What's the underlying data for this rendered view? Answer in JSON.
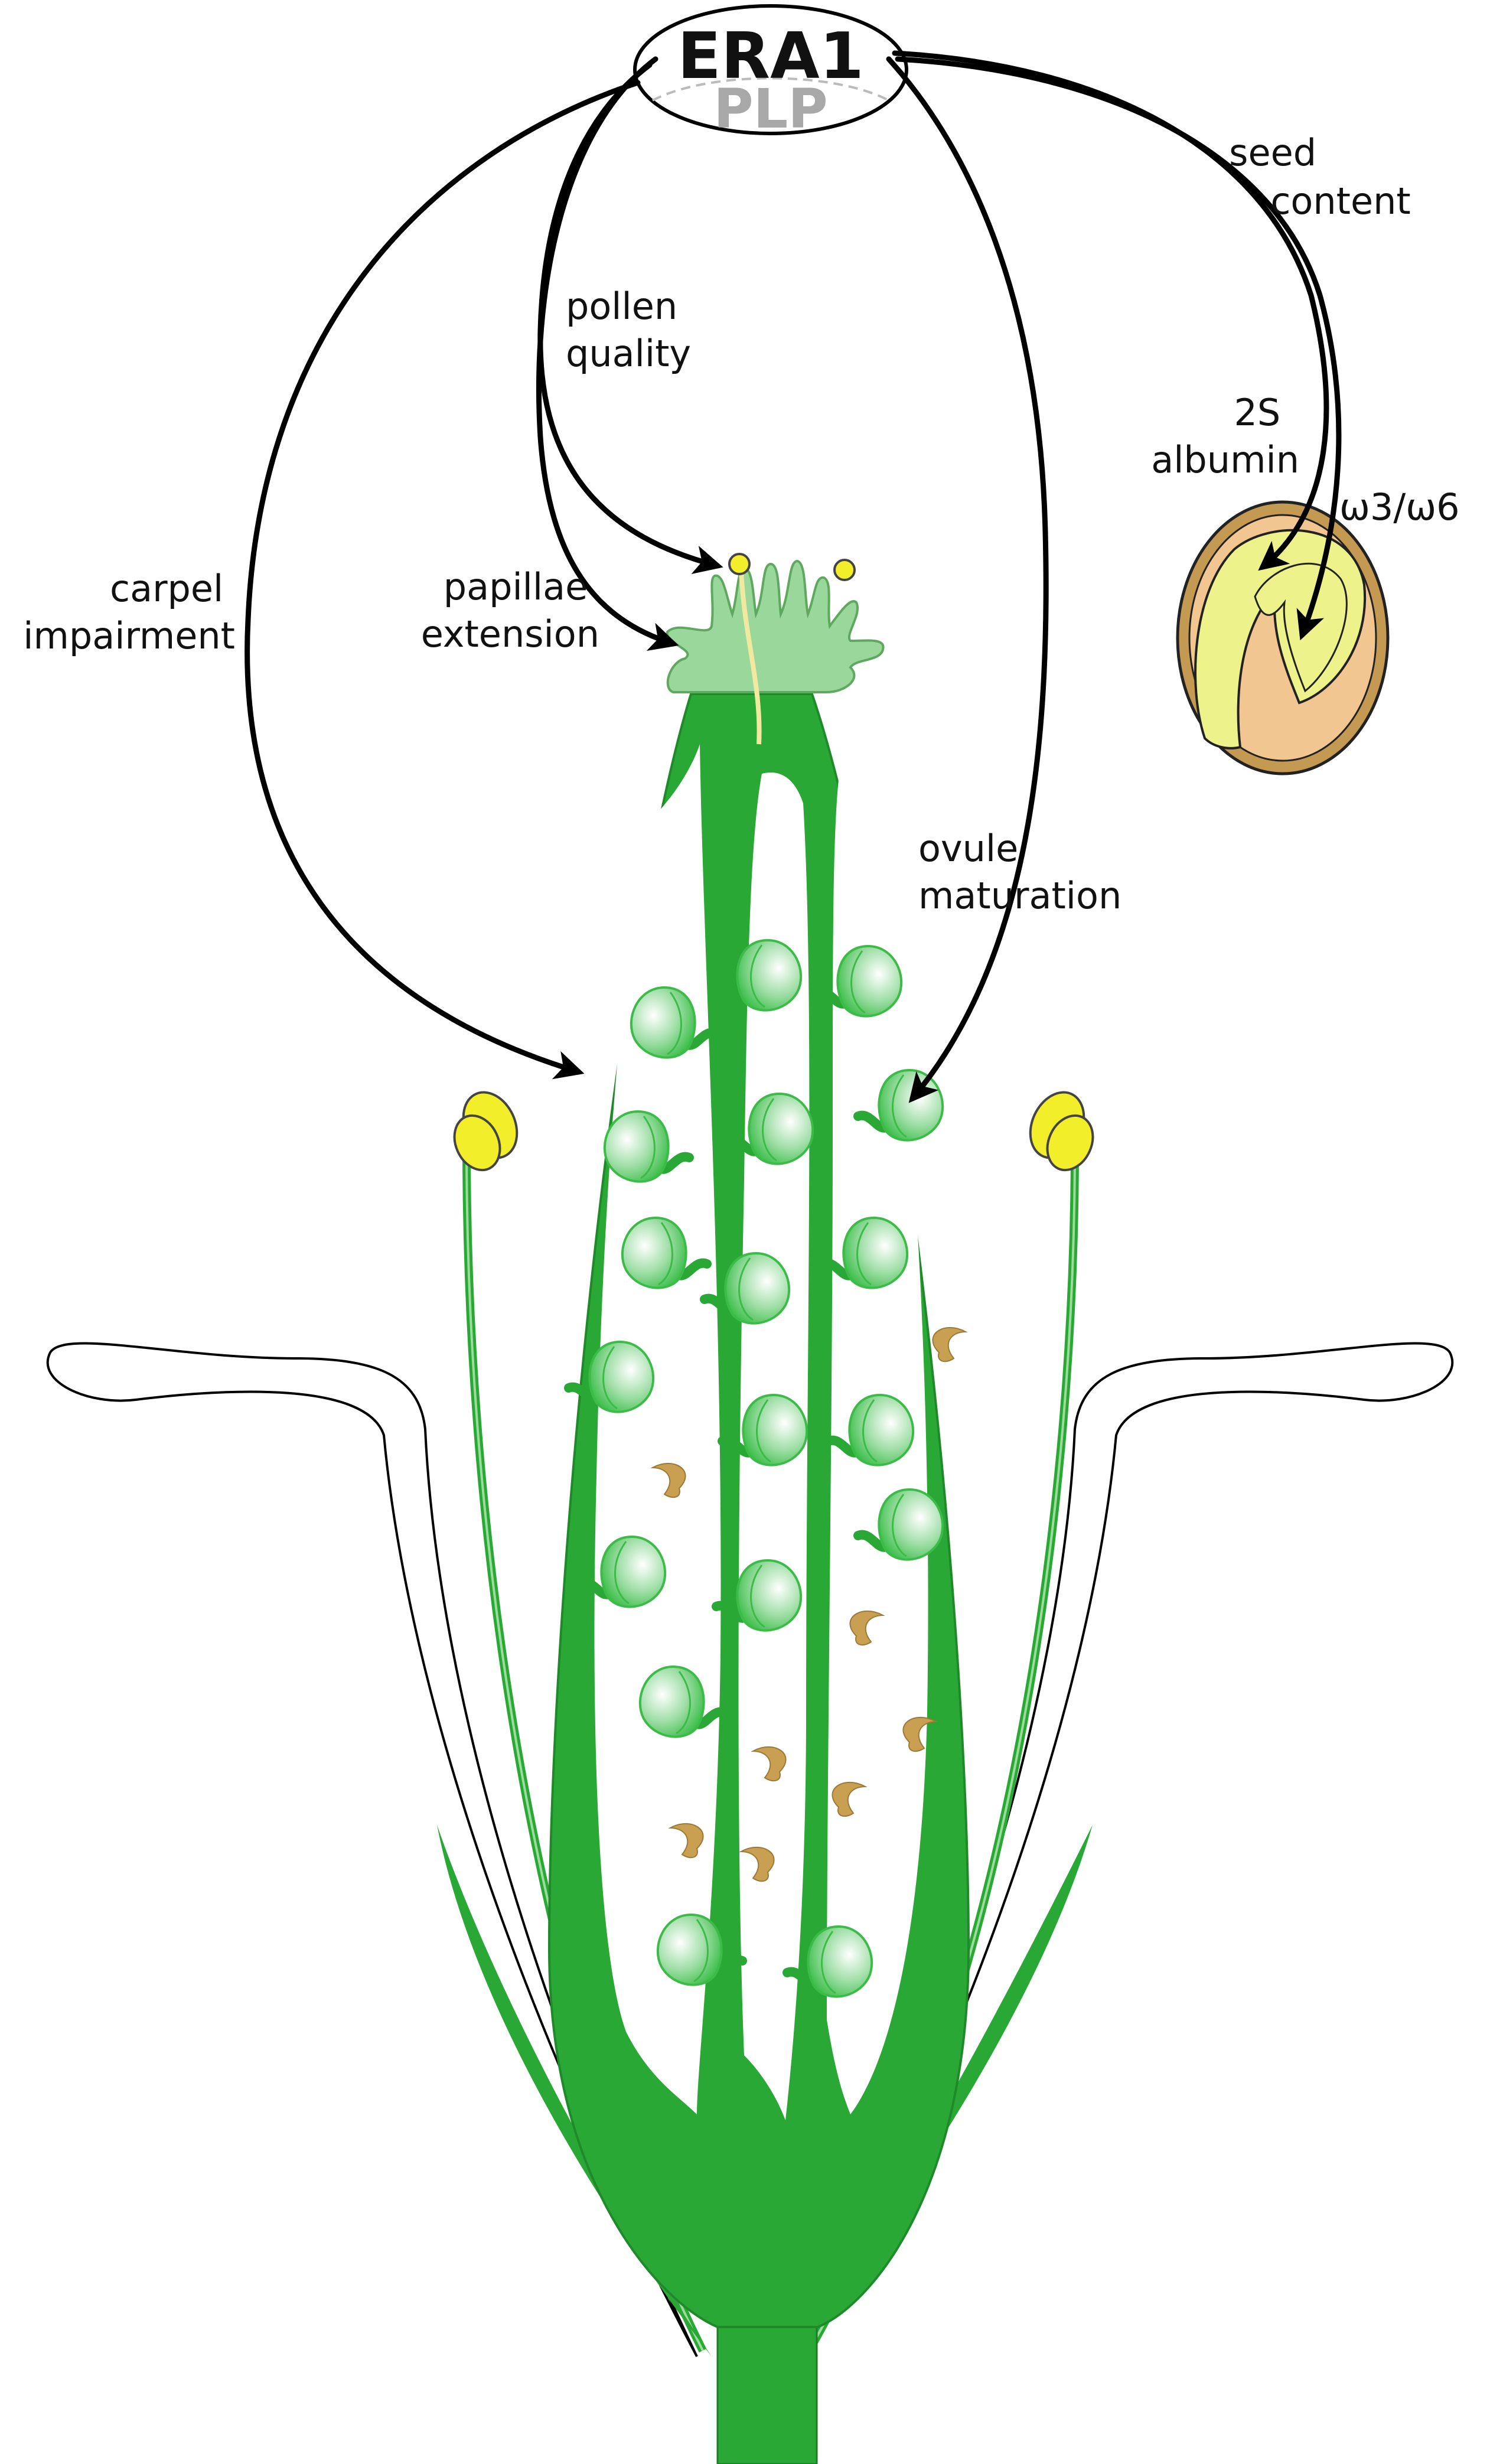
{
  "figure": {
    "center_label_top": "ERA1",
    "center_label_bottom": "PLP"
  },
  "labels": {
    "carpel_impairment": [
      "carpel",
      "impairment"
    ],
    "pollen_quality": [
      "pollen",
      "quality"
    ],
    "papillae_extension": [
      "papillae",
      "extension"
    ],
    "ovule_maturation": [
      "ovule",
      "maturation"
    ],
    "seed_content": [
      "seed",
      "content"
    ],
    "albumin_2s": [
      "2S",
      "albumin"
    ],
    "omega": "ω3/ω6"
  },
  "colors": {
    "pistil_green": "#2aa836",
    "ovule_light": "#b9e8bd",
    "ovule_stroke": "#3dbb48",
    "aborted_ovule": "#c9a052",
    "stigma": "#9ad79a",
    "anther_yellow": "#f3ee2a",
    "seed_coat": "#c49a52",
    "seed_inner": "#f2c690",
    "embryo": "#eef28a",
    "petal_fill": "#ffffff",
    "arrow": "#000000"
  }
}
